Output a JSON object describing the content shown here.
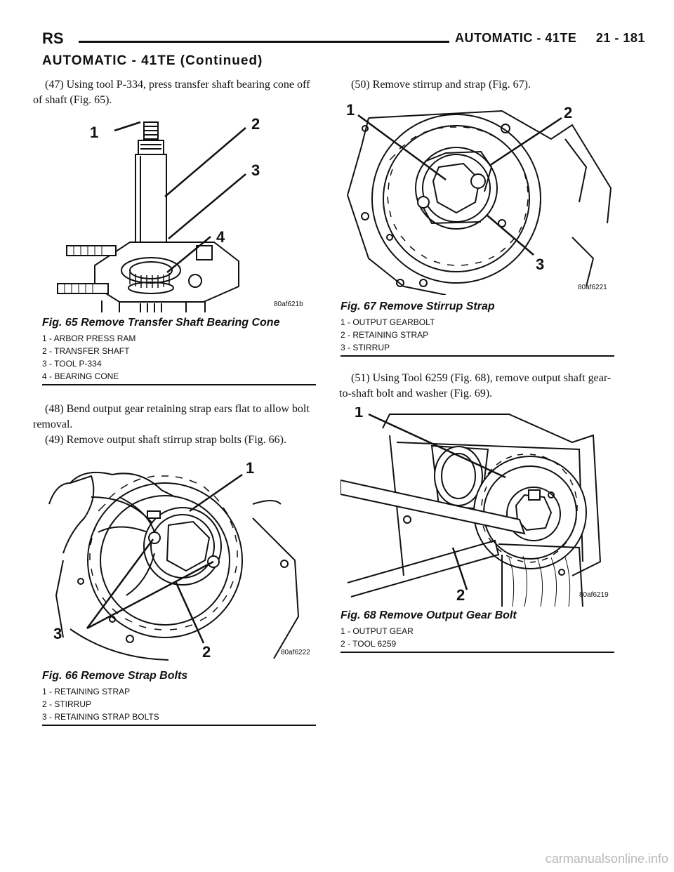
{
  "header": {
    "left": "RS",
    "right": "AUTOMATIC - 41TE     21 - 181",
    "continued": "AUTOMATIC - 41TE (Continued)"
  },
  "steps": {
    "s47": "(47) Using tool P-334, press transfer shaft bearing cone off of shaft (Fig. 65).",
    "s48": "(48) Bend output gear retaining strap ears flat to allow bolt removal.",
    "s49": "(49) Remove output shaft stirrup strap bolts (Fig. 66).",
    "s50": "(50) Remove stirrup and strap (Fig. 67).",
    "s51": "(51) Using Tool 6259 (Fig. 68), remove output shaft gear-to-shaft bolt and washer (Fig. 69)."
  },
  "figures": {
    "fig65": {
      "code": "80af621b",
      "callouts": [
        "1",
        "2",
        "3",
        "4"
      ],
      "caption": "Fig. 65 Remove Transfer Shaft Bearing Cone",
      "legend": [
        "1 - ARBOR PRESS RAM",
        "2 - TRANSFER SHAFT",
        "3 - TOOL P-334",
        "4 - BEARING CONE"
      ]
    },
    "fig66": {
      "code": "80af6222",
      "callouts": [
        "1",
        "2",
        "3"
      ],
      "caption": "Fig. 66 Remove Strap Bolts",
      "legend": [
        "1 - RETAINING STRAP",
        "2 - STIRRUP",
        "3 - RETAINING STRAP BOLTS"
      ]
    },
    "fig67": {
      "code": "80af6221",
      "callouts": [
        "1",
        "2",
        "3"
      ],
      "caption": "Fig. 67 Remove Stirrup Strap",
      "legend": [
        "1 - OUTPUT GEARBOLT",
        "2 - RETAINING STRAP",
        "3 - STIRRUP"
      ]
    },
    "fig68": {
      "code": "80af6219",
      "callouts": [
        "1",
        "2"
      ],
      "caption": "Fig. 68 Remove Output Gear Bolt",
      "legend": [
        "1 - OUTPUT GEAR",
        "2 - TOOL 6259"
      ]
    }
  },
  "watermark": "carmanualsonline.info"
}
